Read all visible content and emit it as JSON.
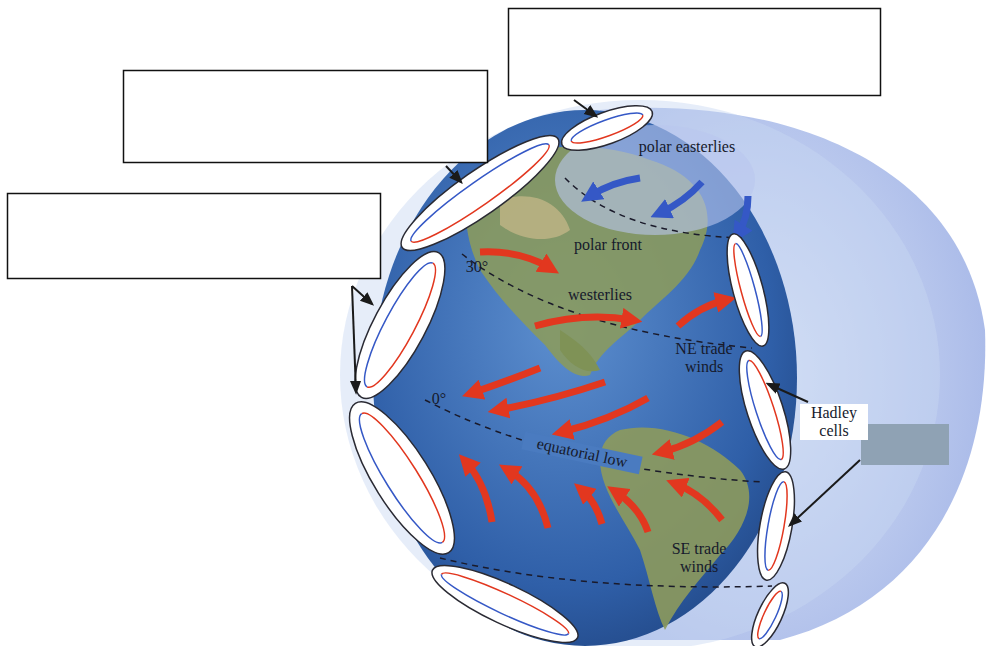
{
  "diagram": {
    "labels": [
      "polar easterlies",
      "polar front",
      "30°",
      "westerlies",
      "NE trade winds",
      "Hadley cells",
      "0°",
      "equatorial low",
      "SE trade winds"
    ]
  }
}
